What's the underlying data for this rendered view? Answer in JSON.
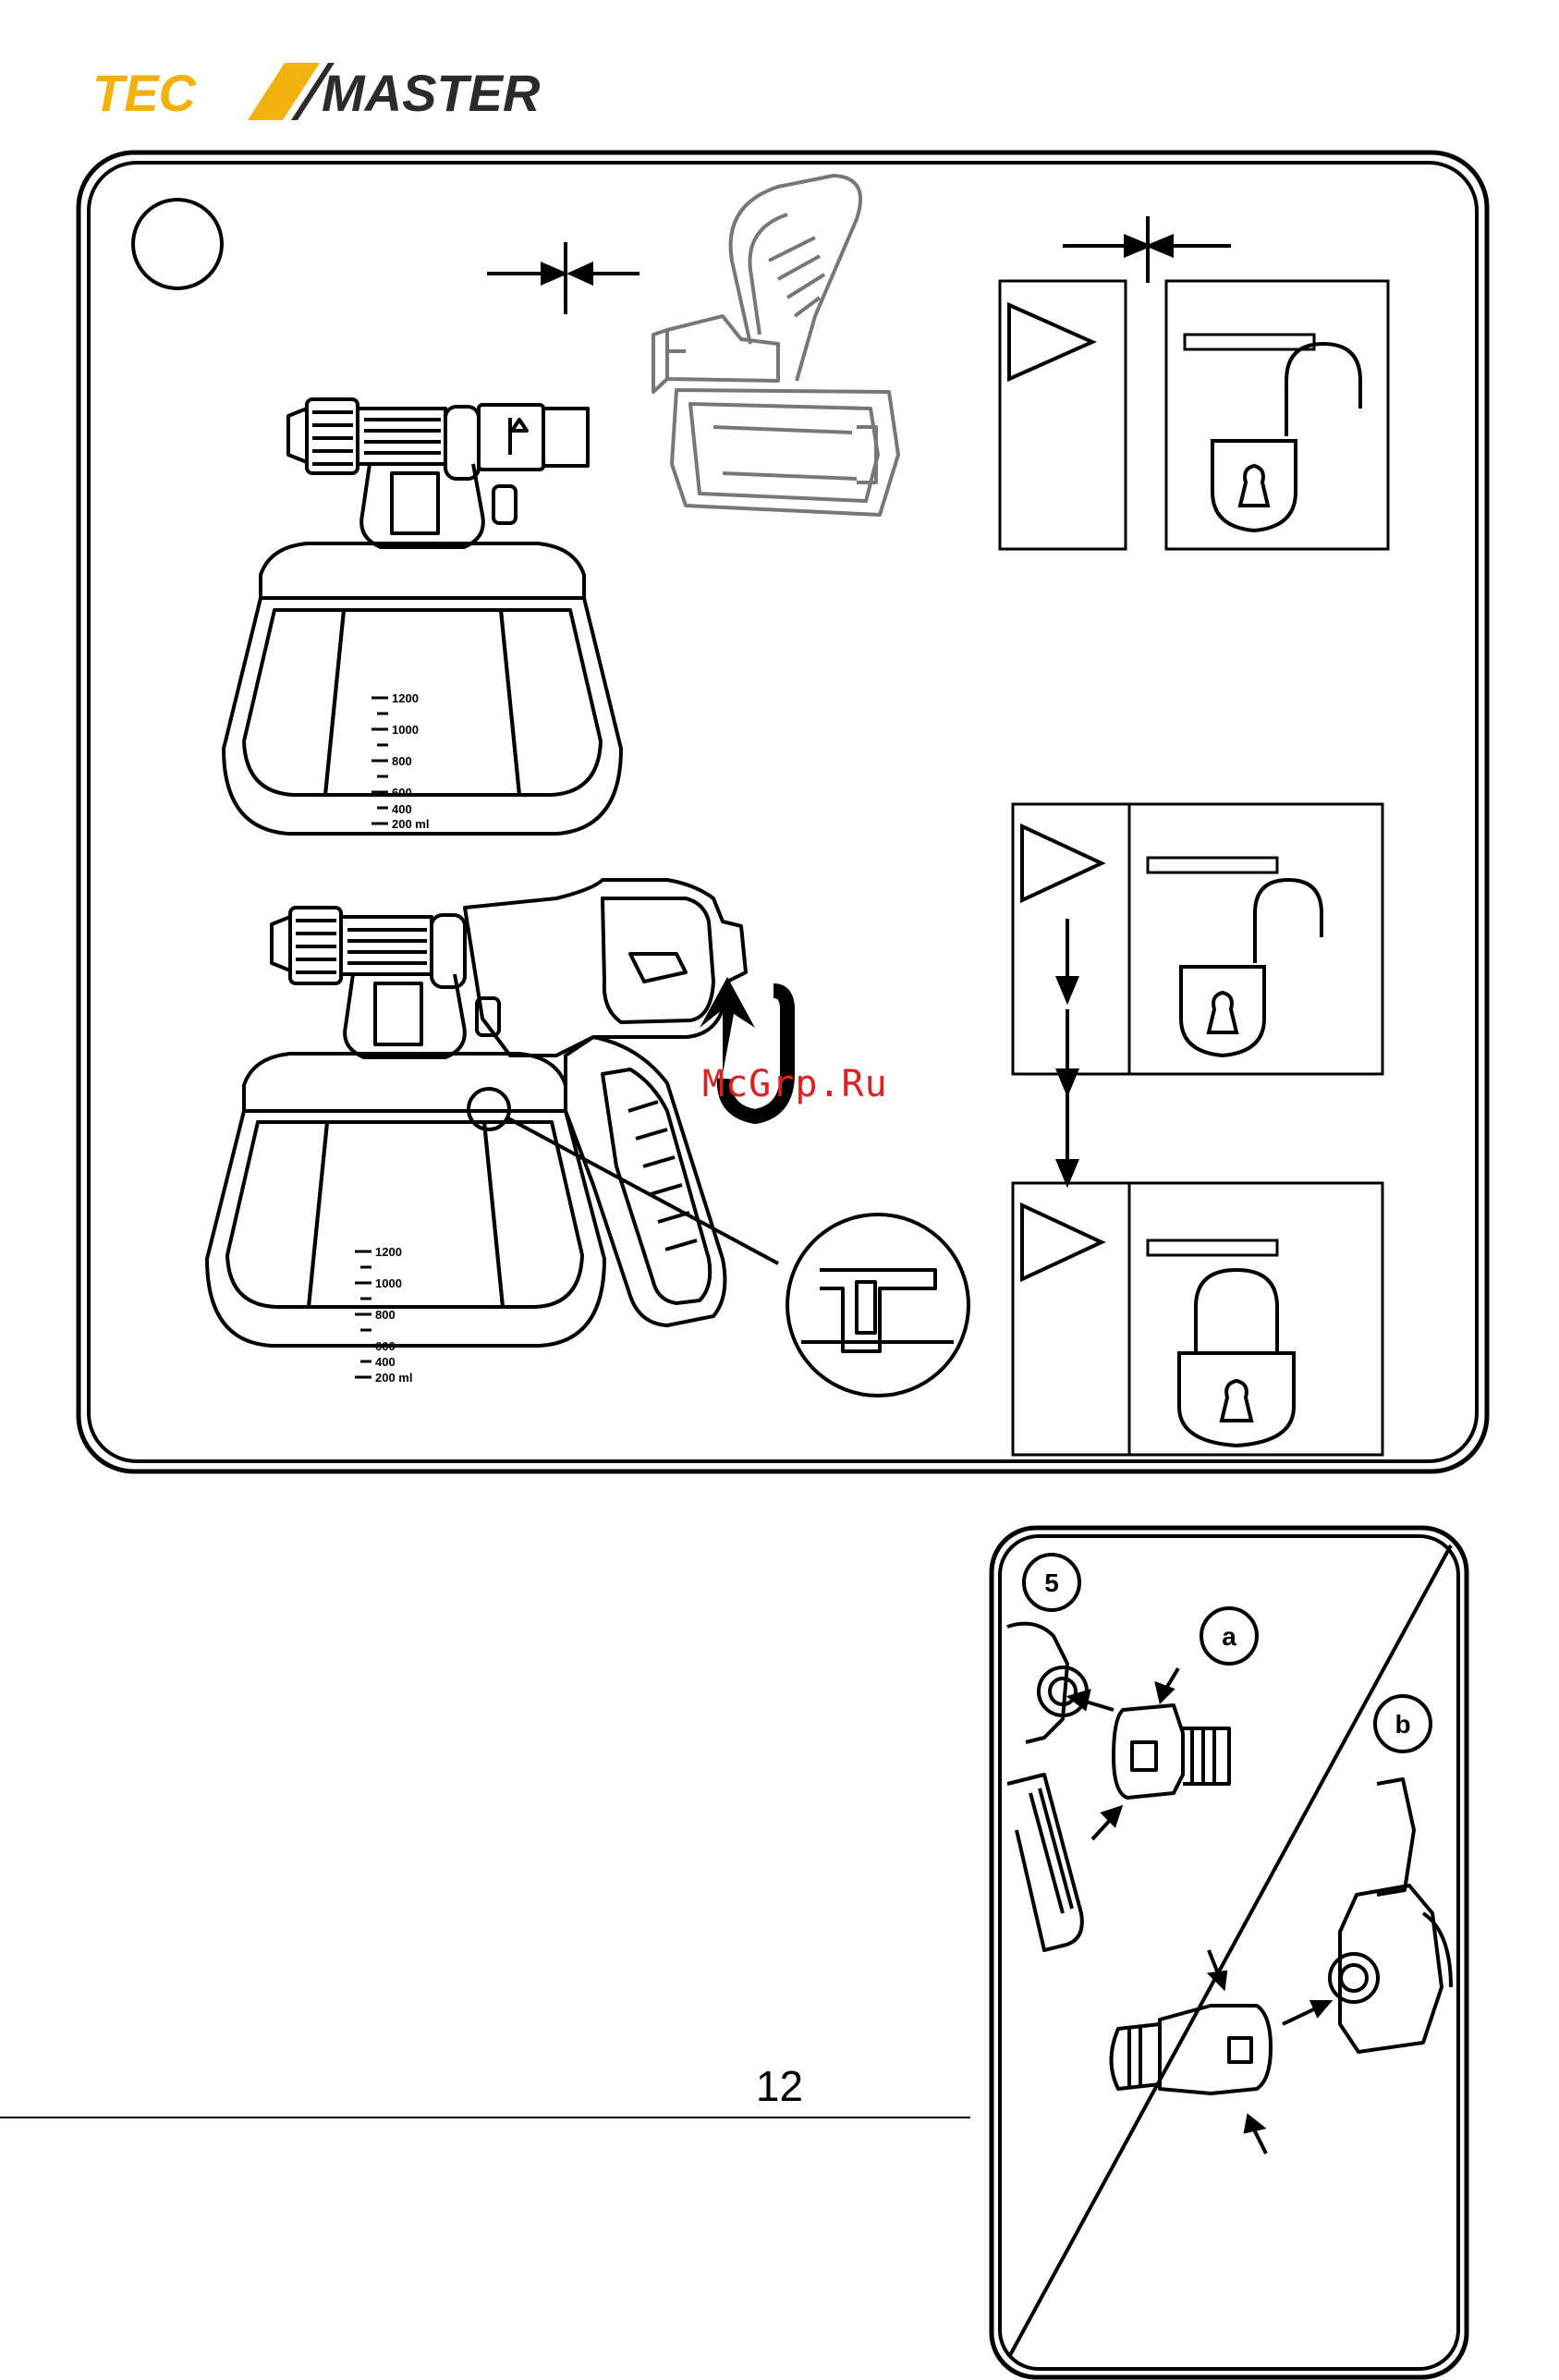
{
  "brand": {
    "name_part1": "TEC",
    "name_part2": "MASTER",
    "colors": {
      "accent": "#f2b10c",
      "dark": "#2b2b2b"
    }
  },
  "main_figure": {
    "step_circle_label": "",
    "cup_scale_top": [
      "1200",
      "1000",
      "800",
      "600",
      "400",
      "200 ml"
    ],
    "cup_scale_bottom": [
      "1200",
      "1000",
      "800",
      "600",
      "400",
      "200 ml"
    ],
    "lock_states": [
      {
        "state": "unlocked",
        "icon": "open-padlock-icon"
      },
      {
        "state": "unlocked",
        "icon": "open-padlock-icon"
      },
      {
        "state": "locked",
        "icon": "closed-padlock-icon"
      }
    ]
  },
  "panel5": {
    "step_number": "5",
    "option_a": "a",
    "option_b": "b"
  },
  "watermark": "McGrp.Ru",
  "page": {
    "number": "12"
  }
}
